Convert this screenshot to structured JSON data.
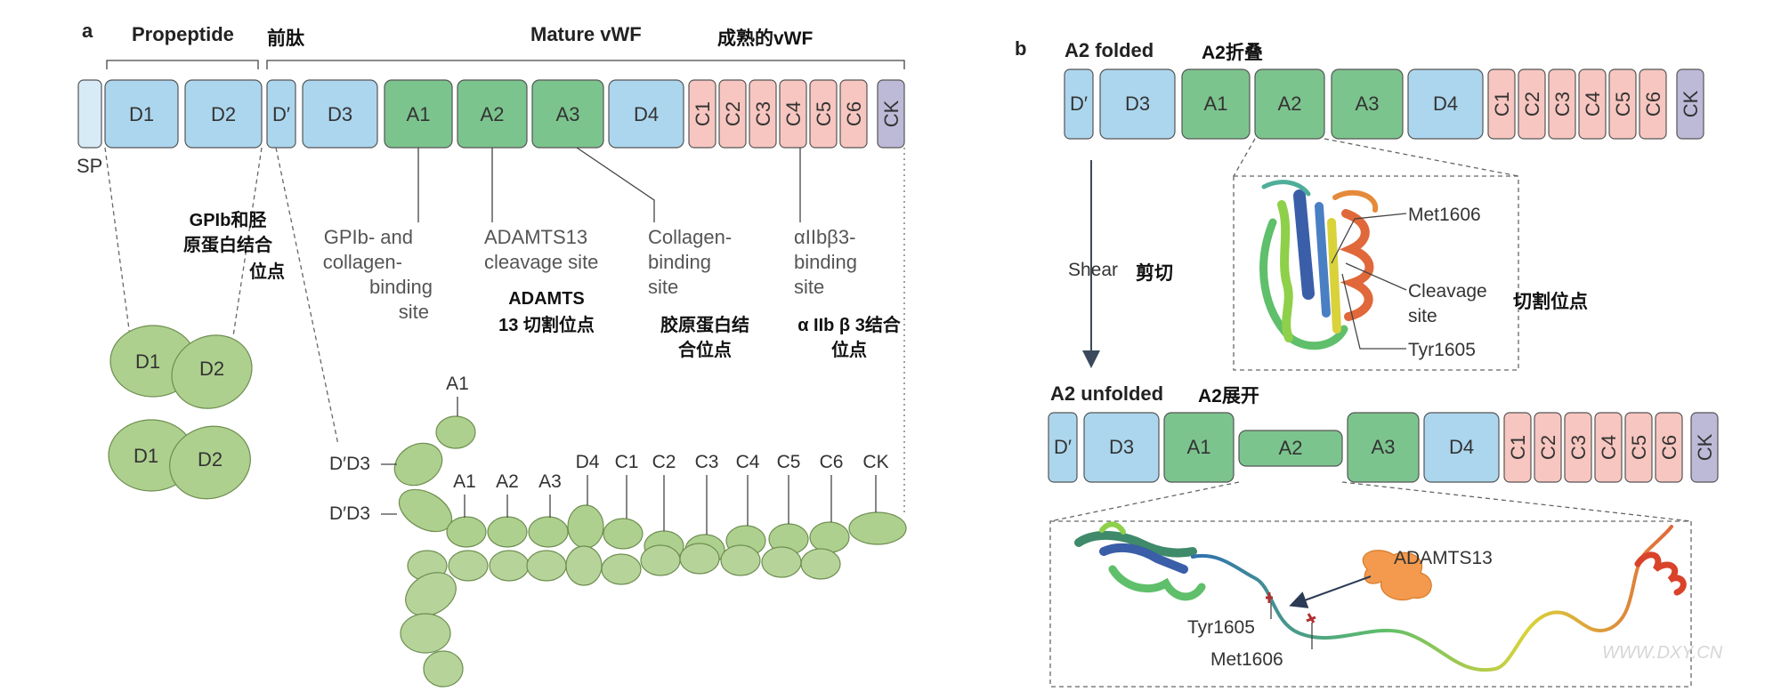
{
  "panel_a": {
    "panel_label": "a",
    "propeptide_en": "Propeptide",
    "propeptide_cn": "前肽",
    "mature_en": "Mature vWF",
    "mature_cn": "成熟的vWF",
    "sp_label": "SP",
    "domains": {
      "d1": "D1",
      "d2": "D2",
      "dprime": "D′",
      "d3": "D3",
      "a1": "A1",
      "a2": "A2",
      "a3": "A3",
      "d4": "D4",
      "c1": "C1",
      "c2": "C2",
      "c3": "C3",
      "c4": "C4",
      "c5": "C5",
      "c6": "C6",
      "ck": "CK"
    },
    "gpib_fib_cn": [
      "GPIb和胫",
      "原蛋白结合",
      "位点"
    ],
    "a1_site": [
      "GPIb- and",
      "collagen-",
      "binding",
      "site"
    ],
    "a2_site": [
      "ADAMTS13",
      "cleavage site"
    ],
    "a2_site_cn": [
      "ADAMTS",
      "13 切割位点"
    ],
    "a3_site": [
      "Collagen-",
      "binding",
      "site"
    ],
    "a3_site_cn": [
      "胶原蛋白结",
      "合位点"
    ],
    "c4_site": [
      "αIIbβ3-",
      "binding",
      "site"
    ],
    "c4_site_cn": [
      "α IIb β 3结合",
      "位点"
    ],
    "dimer_labels": {
      "d1": "D1",
      "d2": "D2"
    },
    "multimer_labels": {
      "a1_top": "A1",
      "dd3_top": "D′D3",
      "dd3_bottom": "D′D3",
      "a1": "A1",
      "a2": "A2",
      "a3": "A3",
      "d4": "D4",
      "c1": "C1",
      "c2": "C2",
      "c3": "C3",
      "c4": "C4",
      "c5": "C5",
      "c6": "C6",
      "ck": "CK"
    }
  },
  "panel_b": {
    "panel_label": "b",
    "folded_en": "A2 folded",
    "folded_cn": "A2折叠",
    "unfolded_en": "A2 unfolded",
    "unfolded_cn": "A2展开",
    "shear_en": "Shear",
    "shear_cn": "剪切",
    "met": "Met1606",
    "cleavage": [
      "Cleavage",
      "site"
    ],
    "cleavage_cn": "切割位点",
    "tyr": "Tyr1605",
    "adamts13": "ADAMTS13",
    "tyr_bottom": "Tyr1605",
    "met_bottom": "Met1606",
    "domains": {
      "dprime": "D′",
      "d3": "D3",
      "a1": "A1",
      "a2": "A2",
      "a3": "A3",
      "d4": "D4",
      "c1": "C1",
      "c2": "C2",
      "c3": "C3",
      "c4": "C4",
      "c5": "C5",
      "c6": "C6",
      "ck": "CK"
    },
    "watermark": "WWW.DXY.CN"
  },
  "colors": {
    "d_domain": "#acd6ee",
    "a_domain": "#7cc48e",
    "c_domain": "#f7c6c0",
    "ck_domain": "#bdbad8",
    "multimer_ellipse": "#aed08e"
  }
}
